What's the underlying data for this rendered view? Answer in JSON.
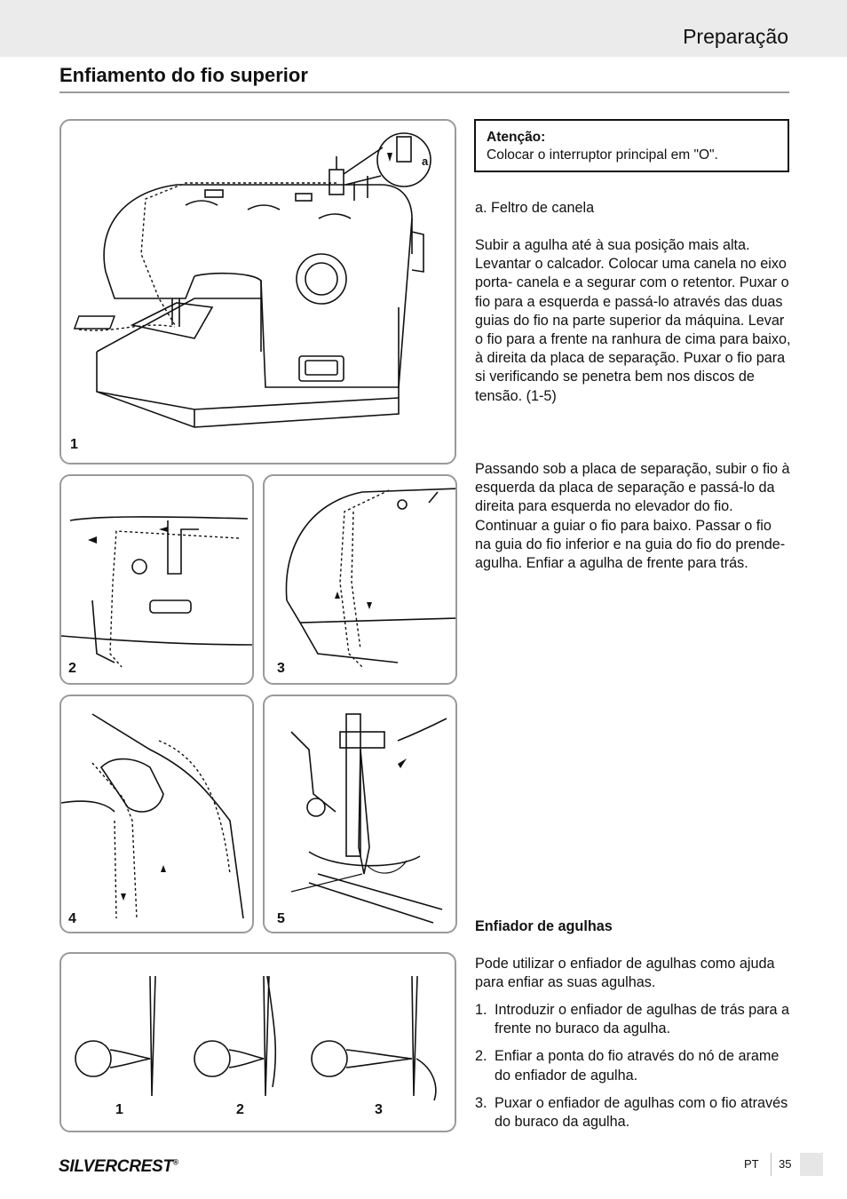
{
  "header": {
    "section": "Preparação"
  },
  "page_title": "Enfiamento do fio superior",
  "figures": {
    "fig1_label": "1",
    "fig1_inset_label": "a",
    "fig2_label": "2",
    "fig3_label": "3",
    "fig4_label": "4",
    "fig5_label": "5",
    "threader_labels": [
      "1",
      "2",
      "3"
    ]
  },
  "warning": {
    "title": "Atenção:",
    "text": "Colocar o interruptor principal em \"O\"."
  },
  "body": {
    "label_a": "a. Feltro de canela",
    "para1": "Subir a agulha até à sua posição mais alta. Levantar o calcador. Colocar uma canela no eixo porta- canela e a segurar com o retentor. Puxar o fio para a esquerda e passá-lo através das duas guias do fio na parte superior da máquina. Levar o fio para a frente na ranhura de cima para baixo, à direita da placa de separação. Puxar o fio para si verificando se penetra bem nos discos de tensão. (1-5)",
    "para2": "Passando sob a placa de separação, subir o fio à esquerda da placa de separação e passá-lo da direita para esquerda no elevador do fio. Continuar a guiar o fio para baixo. Passar o fio na guia do fio inferior e na guia do fio do prende-agulha. Enfiar a agulha de frente para trás."
  },
  "threader": {
    "heading": "Enfiador de agulhas",
    "intro": "Pode utilizar o enfiador de agulhas como ajuda para enfiar as suas agulhas.",
    "steps": [
      {
        "num": "1.",
        "text": "Introduzir o enfiador de agulhas de trás para a frente no buraco da agulha."
      },
      {
        "num": "2.",
        "text": "Enfiar a ponta do fio através do nó de arame do enfiador de agulha."
      },
      {
        "num": "3.",
        "text": "Puxar o enfiador de agulhas com o fio através do buraco da agulha."
      }
    ]
  },
  "footer": {
    "brand": "SILVERCREST",
    "brand_mark": "®",
    "lang": "PT",
    "page": "35"
  }
}
